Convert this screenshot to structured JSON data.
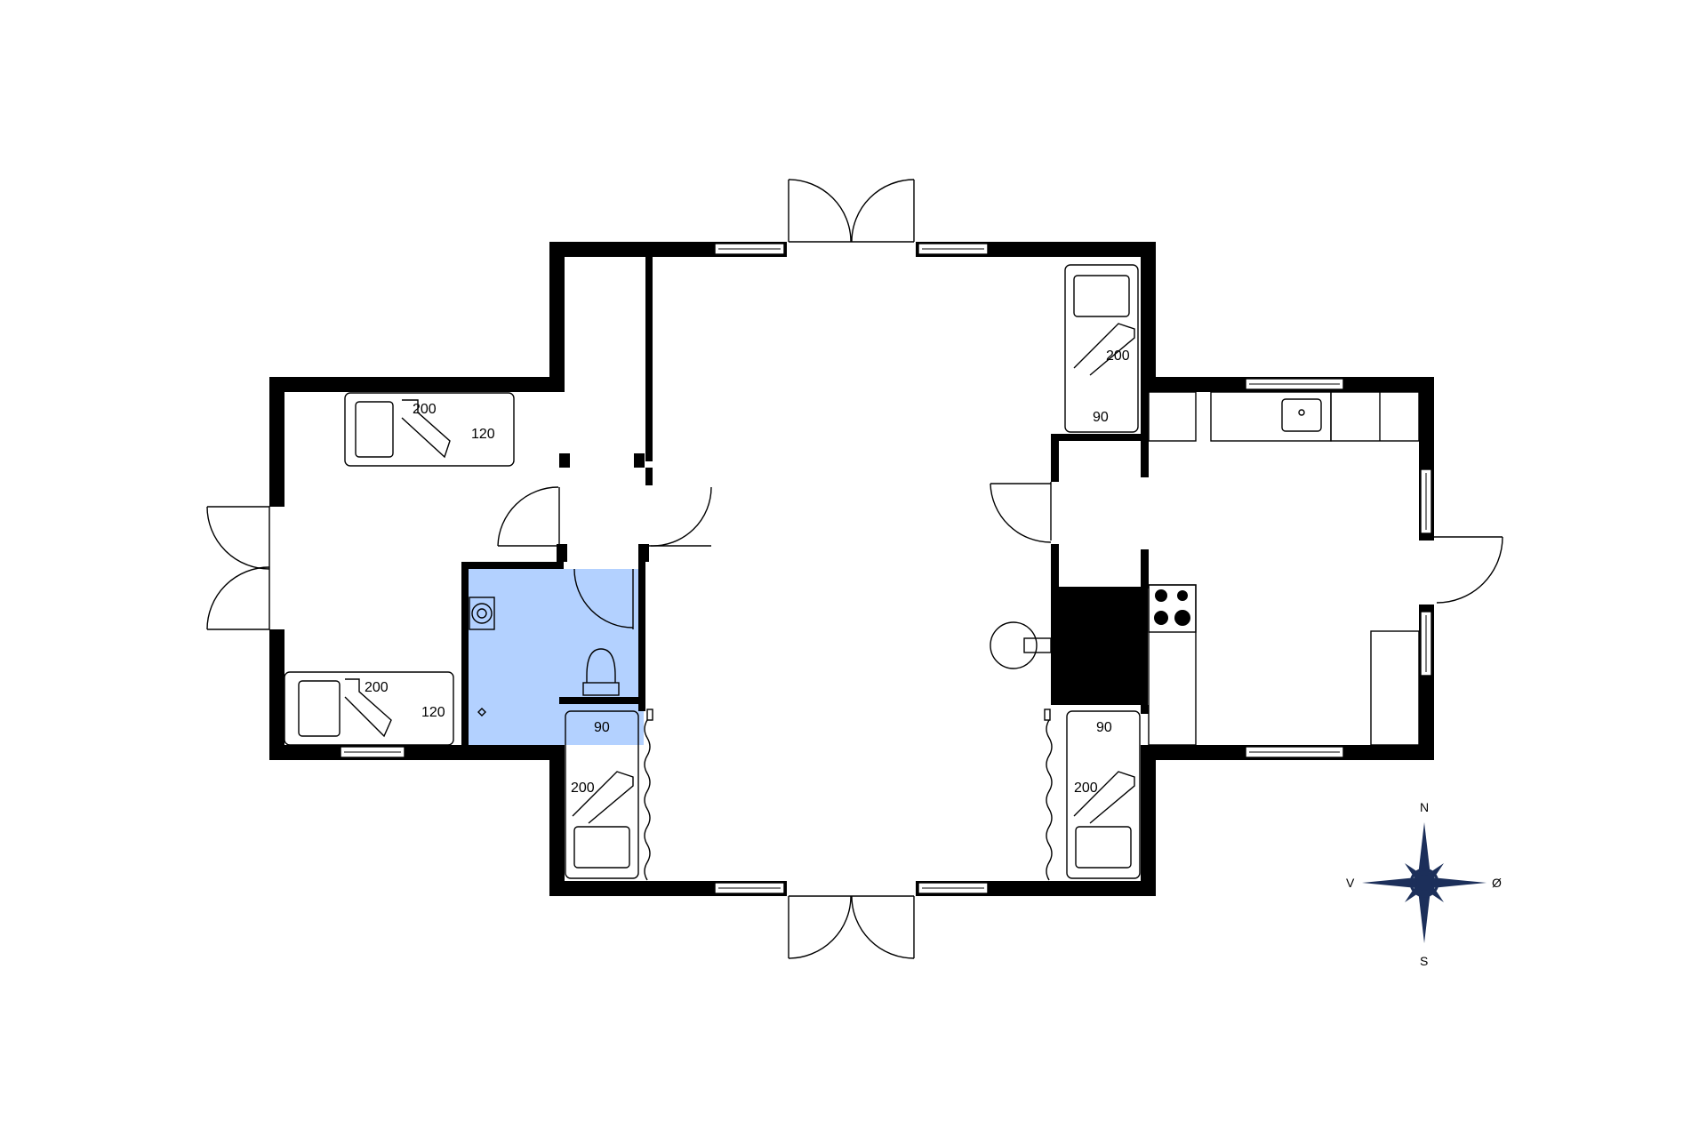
{
  "colors": {
    "wall": "#000000",
    "bathroom": "#b3d1ff",
    "compass": "#1c2f5a"
  },
  "bed_labels": {
    "bedroom_west_top_length": "200",
    "bedroom_west_top_width": "120",
    "bedroom_west_bottom_length": "200",
    "bedroom_west_bottom_width": "120",
    "bed_ne_length": "200",
    "bed_ne_width": "90",
    "bed_sw_width": "90",
    "bed_sw_length": "200",
    "bed_se_width": "90",
    "bed_se_length": "200"
  },
  "compass": {
    "north": "N",
    "south": "S",
    "west": "V",
    "east": "Ø"
  },
  "icons": [
    "door-swing-icon",
    "window-icon",
    "bed-icon",
    "toilet-icon",
    "sink-icon",
    "stove-icon",
    "stove-fireplace-icon",
    "shower-drain-icon",
    "compass-rose-icon"
  ]
}
